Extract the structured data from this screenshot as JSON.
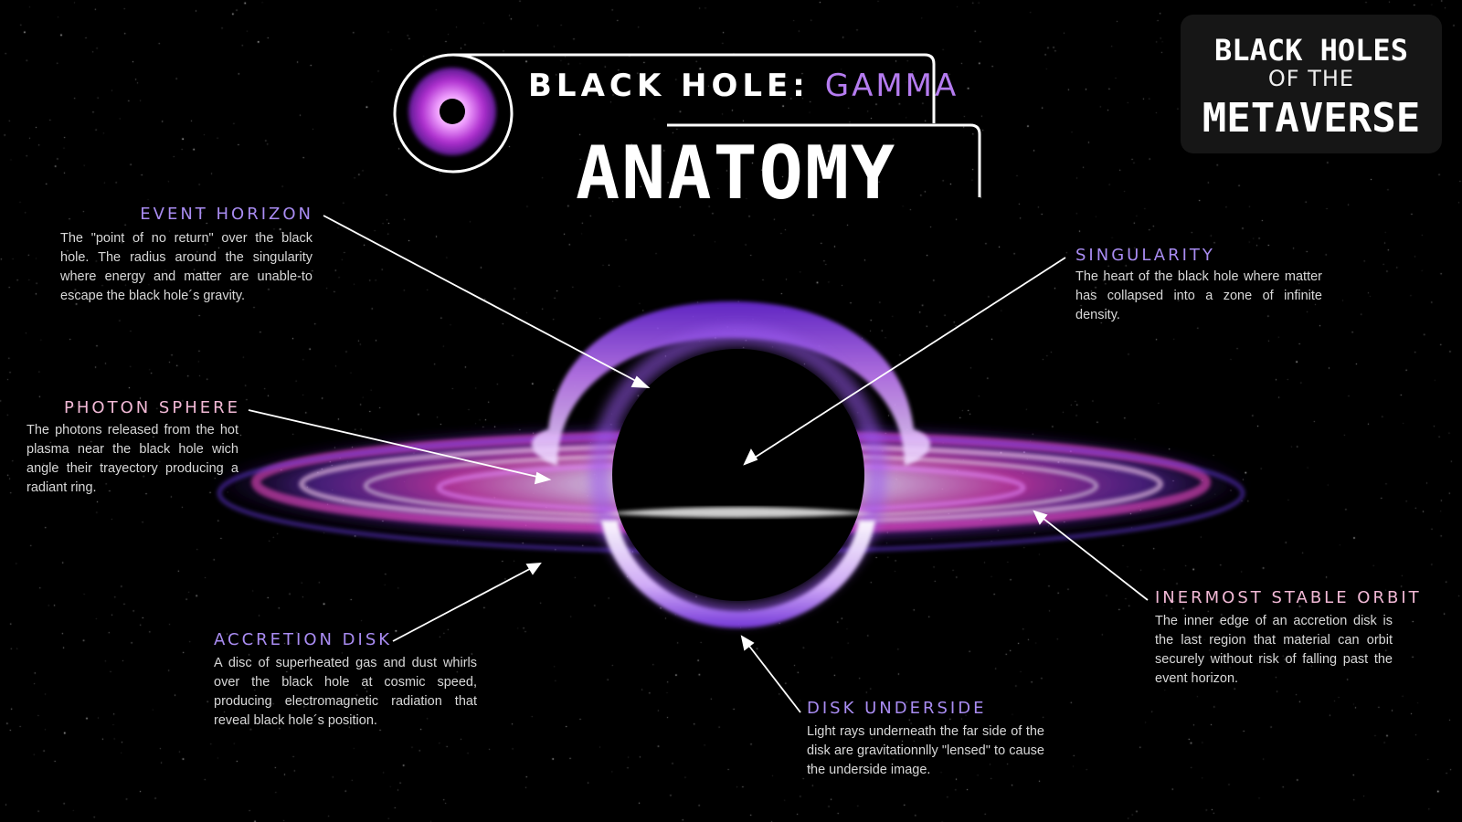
{
  "header": {
    "title_prefix": "BLACK HOLE:",
    "title_accent": "GAMMA",
    "subtitle": "ANATOMY"
  },
  "brand": {
    "line1": "BLACK HOLES",
    "line2": "OF THE",
    "line3": "METAVERSE"
  },
  "colors": {
    "background": "#000000",
    "accent_violet": "#a98cf2",
    "accent_pink": "#f2b9d6",
    "disk_magenta": "#e040c0",
    "disk_purple": "#8a3cf0"
  },
  "annotations": {
    "event_horizon": {
      "label": "EVENT HORIZON",
      "text": "The \"point of no return\" over the black hole. The radius around the singularity where energy and matter are unable-to escape the black hole´s gravity."
    },
    "photon_sphere": {
      "label": "PHOTON SPHERE",
      "text": "The photons released from the hot plasma near the black hole wich angle their trayectory producing a radiant ring."
    },
    "accretion_disk": {
      "label": "ACCRETION DISK",
      "text": "A disc of superheated gas and dust whirls over the black hole at cosmic speed, producing electromagnetic radiation that reveal black hole´s position."
    },
    "singularity": {
      "label": "SINGULARITY",
      "text": "The heart of the black hole where matter has collapsed into a zone of infinite density."
    },
    "innermost_orbit": {
      "label": "INERMOST STABLE ORBIT",
      "text": "The inner edge of an accretion disk is the last region that material can orbit securely without risk of falling past the event horizon."
    },
    "disk_underside": {
      "label": "DISK UNDERSIDE",
      "text": "Light rays underneath the far side of the disk are gravitationnlly \"lensed\" to cause the underside image."
    }
  }
}
